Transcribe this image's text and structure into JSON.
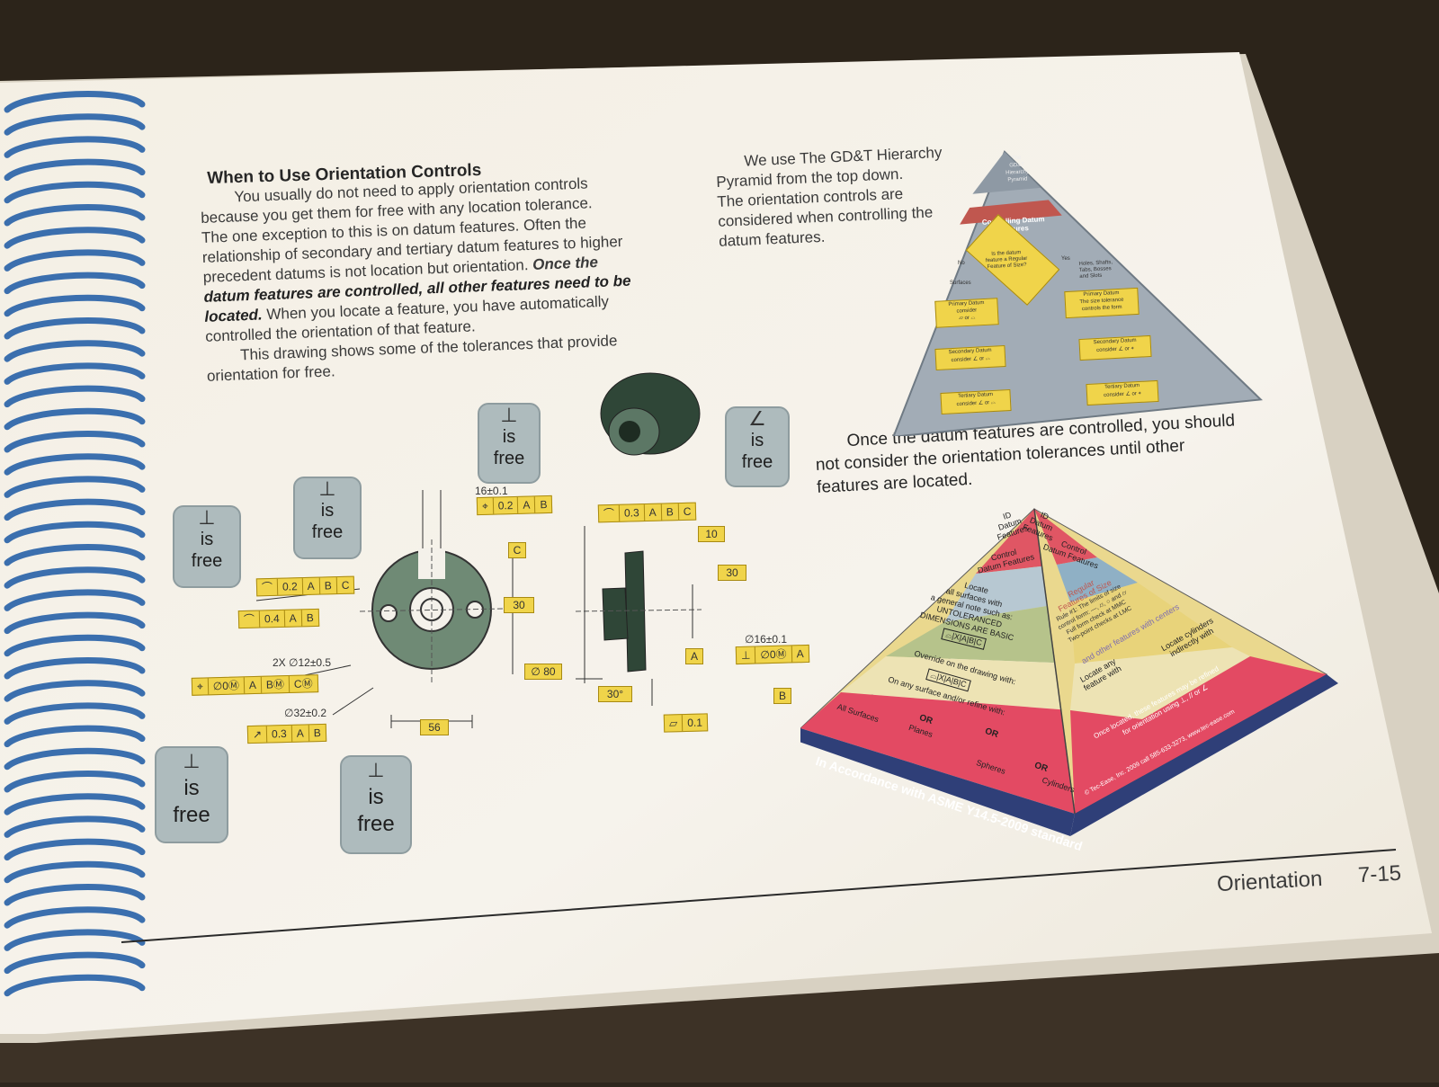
{
  "page": {
    "heading": "When to Use Orientation Controls",
    "body_lines": [
      "You usually do not need to apply orientation controls",
      "because you get them for free with any location tolerance.",
      "The one exception to this is on datum features.  Often the",
      "relationship of secondary and tertiary datum features to higher",
      "precedent datums is not location but orientation."
    ],
    "emphasis_1": "Once the",
    "emphasis_2": "datum features are controlled, all other features need to be",
    "emphasis_3": "located.",
    "after_emphasis": "When you locate a feature, you have automatically",
    "body_line_9": "controlled the orientation of that feature.",
    "drawing_intro_1": "This drawing shows some of the tolerances that provide",
    "drawing_intro_2": "orientation for free.",
    "pyramid_intro": [
      "We use The GD&T Hierarchy",
      "Pyramid from the top down.",
      "The orientation controls are",
      "considered when controlling the",
      "datum features."
    ],
    "controlled_note": [
      "Once the datum features are controlled, you should",
      "not consider the orientation tolerances until other",
      "features are located."
    ],
    "footer_section": "Orientation",
    "footer_page": "7-15"
  },
  "bubbles": [
    {
      "symbol": "⊥",
      "line1": "is",
      "line2": "free"
    },
    {
      "symbol": "⊥",
      "line1": "is",
      "line2": "free"
    },
    {
      "symbol": "⊥",
      "line1": "is",
      "line2": "free"
    },
    {
      "symbol": "∠",
      "line1": "is",
      "line2": "free"
    },
    {
      "symbol": "⊥",
      "line1": "is",
      "line2": "free"
    },
    {
      "symbol": "⊥",
      "line1": "is",
      "line2": "free"
    }
  ],
  "drawing": {
    "fcf_profile_abc": [
      "⌒",
      "0.2",
      "A",
      "B",
      "C"
    ],
    "fcf_profile_ab": [
      "⌒",
      "0.4",
      "A",
      "B"
    ],
    "fcf_position_holes": [
      "⌖",
      "∅0Ⓜ",
      "A",
      "BⓂ",
      "CⓂ"
    ],
    "fcf_runout": [
      "↗",
      "0.3",
      "A",
      "B"
    ],
    "fcf_top_position": [
      "⌖",
      "0.2",
      "A",
      "B"
    ],
    "fcf_right_profile": [
      "⌒",
      "0.3",
      "A",
      "B",
      "C"
    ],
    "fcf_bore": [
      "⊥",
      "∅0Ⓜ",
      "A"
    ],
    "fcf_flatness": [
      "▱",
      "0.1"
    ],
    "dim_slot": "16±0.1",
    "dim_holes": "2X ∅12±0.5",
    "dim_bore": "∅32±0.2",
    "dim_bore_right": "∅16±0.1",
    "dim_30": "30",
    "dim_80": "∅ 80",
    "dim_56": "56",
    "dim_10": "10",
    "dim_30b": "30",
    "dim_angle": "30°",
    "datum_c": "C",
    "datum_a": "A",
    "datum_b": "B"
  },
  "pyramid_small": {
    "top": [
      "The",
      "GD&T",
      "Hierarchy",
      "Pyramid"
    ],
    "band": [
      "Controlling Datum",
      "Features"
    ],
    "diamond": [
      "Is the datum",
      "feature a Regular",
      "Feature of Size?"
    ],
    "no": "No",
    "yes": "Yes",
    "surfaces": "Surfaces",
    "yes_types": [
      "Holes, Shafts,",
      "Tabs, Bosses",
      "and Slots"
    ],
    "left_boxes": [
      [
        "Primary Datum",
        "consider",
        "▱ or ⌓"
      ],
      [
        "Secondary Datum",
        "consider ∠ or ⌓"
      ],
      [
        "Tertiary Datum",
        "consider ∠ or ⌓"
      ]
    ],
    "right_boxes": [
      [
        "Primary Datum",
        "The size tolerance",
        "controls the form"
      ],
      [
        "Secondary Datum",
        "consider ∠ or ⌖"
      ],
      [
        "Tertiary Datum",
        "consider ∠ or ⌖"
      ]
    ]
  },
  "pyramid_big": {
    "apex_left": [
      "ID",
      "Datum",
      "Features"
    ],
    "apex_right": [
      "ID",
      "Datum",
      "Features"
    ],
    "control_left": [
      "Control",
      "Datum Features"
    ],
    "control_right": [
      "Control",
      "Datum Features"
    ],
    "locate_lines": [
      "Locate",
      "all surfaces with",
      "a general note such as:",
      "UNTOLERANCED",
      "DIMENSIONS ARE BASIC"
    ],
    "regular_lines": [
      "Regular",
      "Features of Size",
      "Rule #1: The limits of size",
      "control form: —, ⌭, ○ and ⌭",
      "Full form check at MMC",
      "Two-point checks at LMC"
    ],
    "override_lines": [
      "Override on the drawing with:",
      "On any surface and/or refine with:"
    ],
    "other_lines": [
      "and other features with centers"
    ],
    "locate_any": [
      "Locate any",
      "feature with"
    ],
    "locate_cyl": [
      "Locate cylinders",
      "indirectly with"
    ],
    "all_surfaces": "All Surfaces",
    "planes": "Planes",
    "spheres": "Spheres",
    "cylinders": "Cylinders",
    "or1": "OR",
    "or2": "OR",
    "or3": "OR",
    "once_located": [
      "Once located, these features may be refined",
      "for orientation using ⊥, // or ∠"
    ],
    "asme": "In Accordance with ASME Y14.5-2009 standard",
    "copyright": "© Tec-Ease, Inc. 2009 call 585-633-3273, www.tec-ease.com",
    "fcf_text": "⌓|X|A|B|C"
  }
}
